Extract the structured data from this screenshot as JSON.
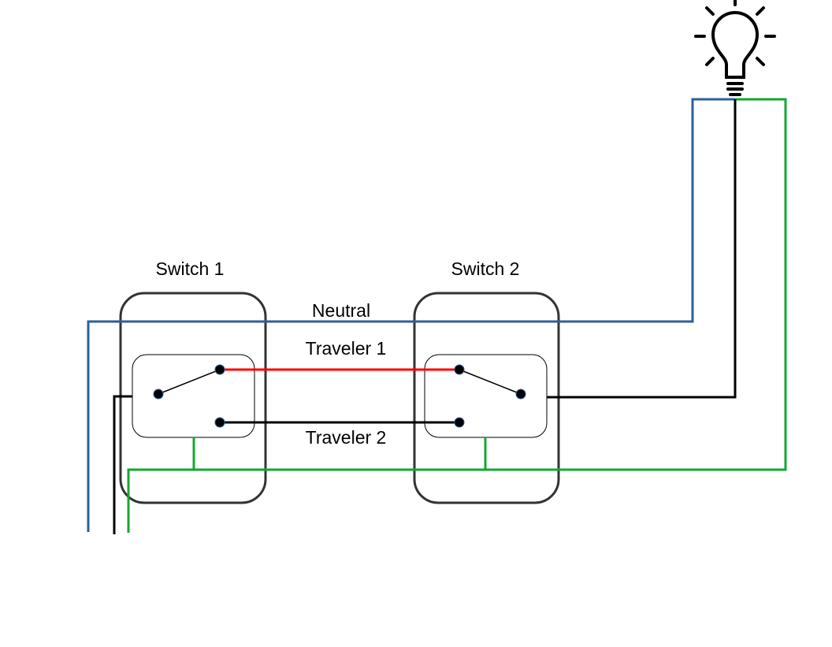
{
  "labels": {
    "switch1": "Switch 1",
    "switch2": "Switch 2",
    "neutral": "Neutral",
    "traveler1": "Traveler 1",
    "traveler2": "Traveler 2"
  },
  "icons": {
    "bulb": "light-bulb-icon"
  },
  "colors": {
    "neutral": "#2e5f9a",
    "ground": "#12a832",
    "traveler1": "#ff0000",
    "hot": "#000000",
    "box": "#333333"
  }
}
